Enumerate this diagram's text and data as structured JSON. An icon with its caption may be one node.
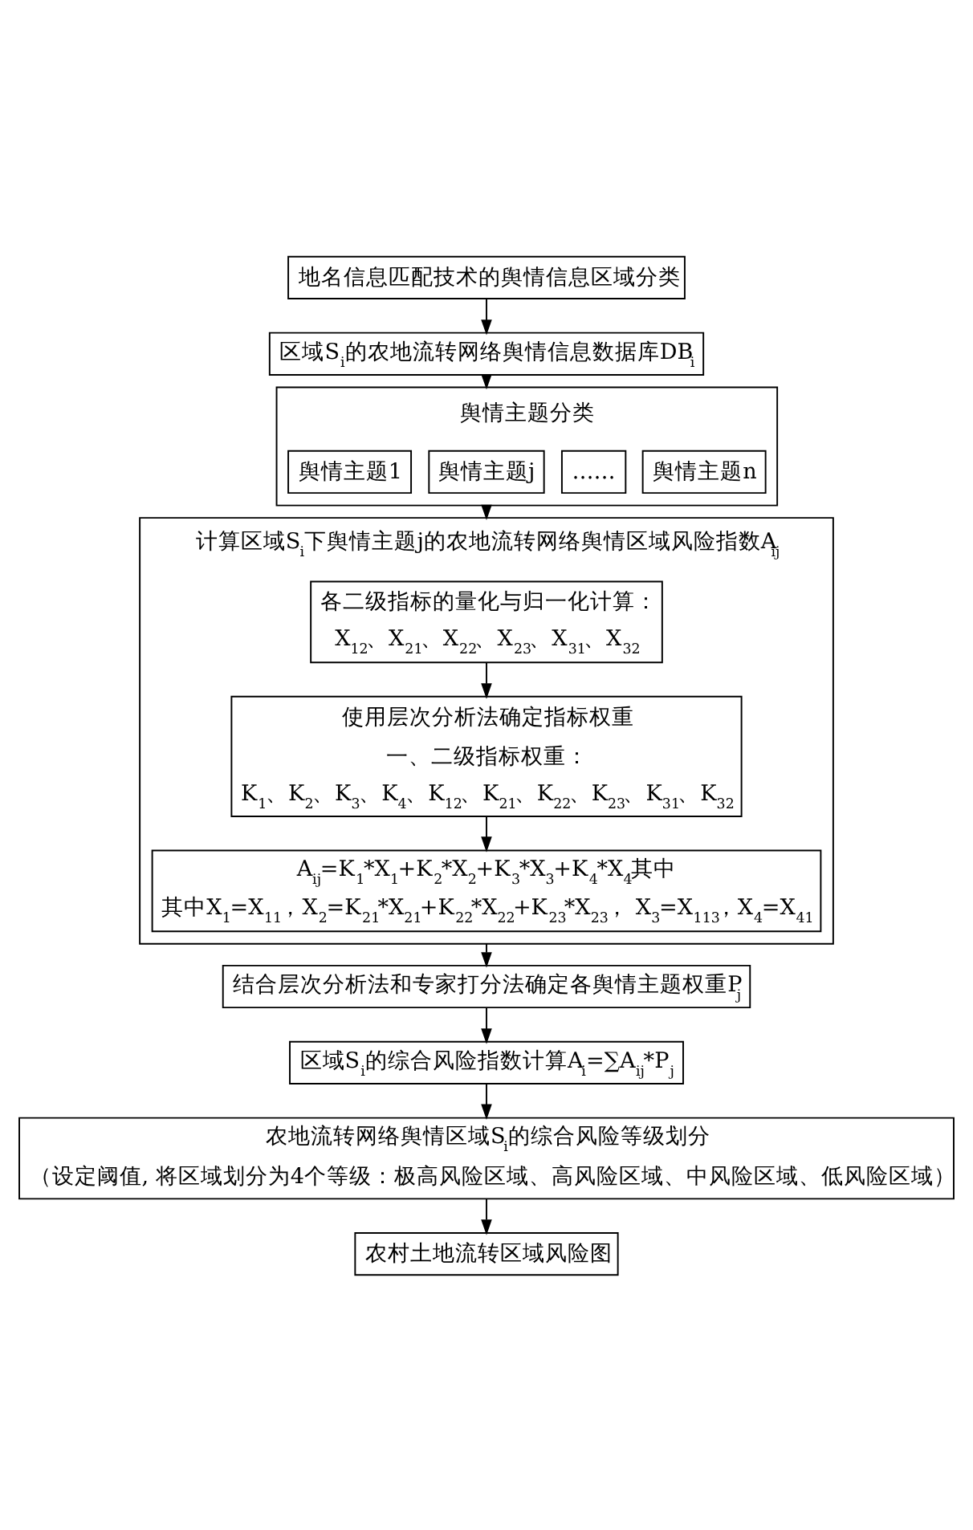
{
  "diagram": {
    "nodes": [
      {
        "text": [
          "地名信息匹配技术的舆情信息区域分类"
        ]
      },
      {
        "text": [
          "区域S$_{i}$的农地流转网络舆情信息数据库DB$_{i}$"
        ]
      },
      {
        "text": [
          "舆情主题分类"
        ]
      },
      {
        "text": [
          "舆情主题1"
        ],
        "in": 2
      },
      {
        "text": [
          "舆情主题j"
        ],
        "in": 2
      },
      {
        "text": [
          "……"
        ],
        "in": 2
      },
      {
        "text": [
          "舆情主题n"
        ],
        "in": 2
      },
      {
        "text": [
          "计算区域S$_{i}$下舆情主题j的农地流转网络舆情区域风险指数A$_{ij}$"
        ]
      },
      {
        "text": [
          "各二级指标的量化与归一化计算：",
          "X$_{12}$、X$_{21}$、X$_{22}$、X$_{23}$、X$_{31}$、X$_{32}$"
        ],
        "in": 7
      },
      {
        "text": [
          "使用层次分析法确定指标权重",
          "一、二级指标权重：",
          "K$_{1}$、K$_{2}$、K$_{3}$、K$_{4}$、K$_{12}$、K$_{21}$、K$_{22}$、K$_{23}$、K$_{31}$、K$_{32}$"
        ],
        "in": 7
      },
      {
        "text": [
          "A$_{ij}$=K$_{1}$*X$_{1}$+K$_{2}$*X$_{2}$+K$_{3}$*X$_{3}$+K$_{4}$*X$_{4}$其中",
          "其中X$_{1}$=X$_{11}$，X$_{2}$=K$_{21}$*X$_{21}$+K$_{22}$*X$_{22}$+K$_{23}$*X$_{23}$， X$_{3}$=X$_{113}$，X$_{4}$=X$_{41}$"
        ],
        "in": 7
      },
      {
        "text": [
          "结合层次分析法和专家打分法确定各舆情主题权重P$_{j}$"
        ]
      },
      {
        "text": [
          "区域S$_{i}$的综合风险指数计算A$_{i}$=∑A$_{ij}$*P$_{j}$"
        ]
      },
      {
        "text": [
          "农地流转网络舆情区域S$_{i}$的综合风险等级划分",
          "（设定阈值, 将区域划分为4个等级：极高风险区域、高风险区域、中风险区域、低风险区域）"
        ]
      },
      {
        "text": [
          "农村土地流转区域风险图"
        ]
      }
    ],
    "edges": [
      {
        "from": 0,
        "to": 1,
        "arrow": "to"
      },
      {
        "from": 1,
        "to": 2,
        "arrow": "to"
      },
      {
        "from": 2,
        "to": 7,
        "arrow": "to"
      },
      {
        "from": 8,
        "to": 9,
        "arrow": "to"
      },
      {
        "from": 9,
        "to": 10,
        "arrow": "to"
      },
      {
        "from": 7,
        "to": 11,
        "arrow": "to"
      },
      {
        "from": 11,
        "to": 12,
        "arrow": "to"
      },
      {
        "from": 12,
        "to": 13,
        "arrow": "to"
      },
      {
        "from": 13,
        "to": 14,
        "arrow": "to"
      }
    ]
  }
}
